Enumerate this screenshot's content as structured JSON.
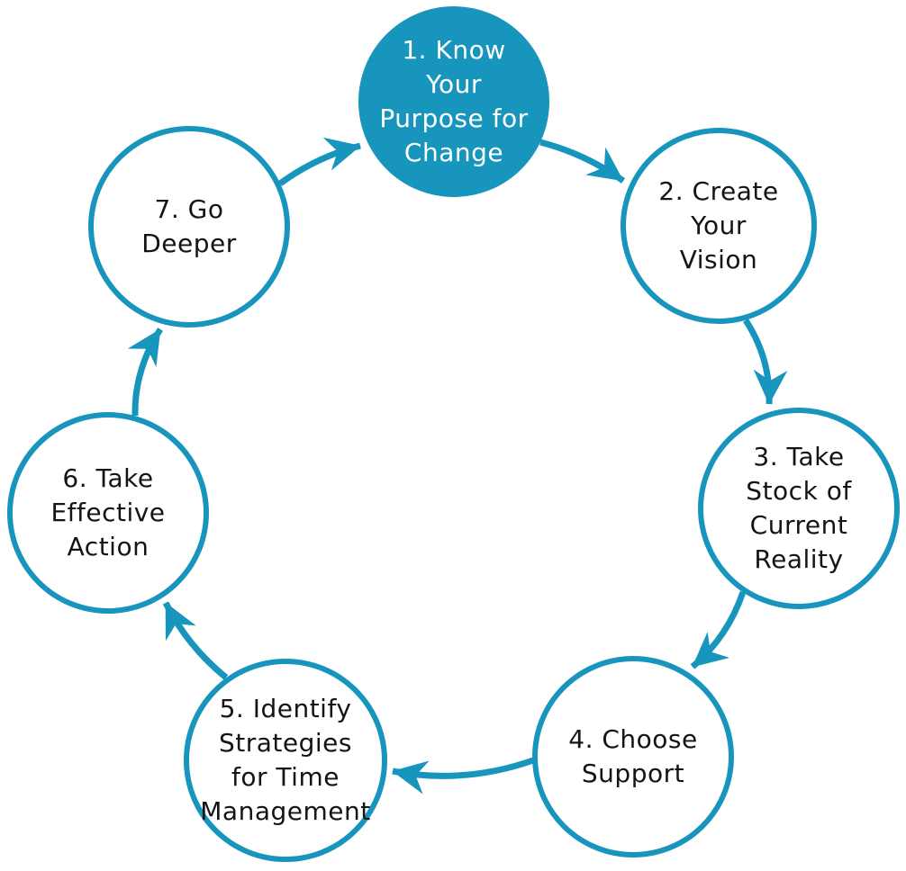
{
  "diagram": {
    "type": "cycle",
    "accent_color": "#1795bd",
    "text_color": "#141414",
    "background_color": "#ffffff",
    "highlighted_step": 1,
    "steps": [
      {
        "id": 1,
        "label": "1. Know\nYour\nPurpose for\nChange",
        "highlighted": true
      },
      {
        "id": 2,
        "label": "2. Create\nYour\nVision",
        "highlighted": false
      },
      {
        "id": 3,
        "label": "3. Take\nStock of\nCurrent\nReality",
        "highlighted": false
      },
      {
        "id": 4,
        "label": "4. Choose\nSupport",
        "highlighted": false
      },
      {
        "id": 5,
        "label": "5. Identify\nStrategies\nfor Time\nManagement",
        "highlighted": false
      },
      {
        "id": 6,
        "label": "6. Take\nEffective\nAction",
        "highlighted": false
      },
      {
        "id": 7,
        "label": "7. Go\nDeeper",
        "highlighted": false
      }
    ],
    "connections": [
      {
        "from": 1,
        "to": 2
      },
      {
        "from": 2,
        "to": 3
      },
      {
        "from": 3,
        "to": 4
      },
      {
        "from": 4,
        "to": 5
      },
      {
        "from": 5,
        "to": 6
      },
      {
        "from": 6,
        "to": 7
      },
      {
        "from": 7,
        "to": 1
      }
    ]
  }
}
